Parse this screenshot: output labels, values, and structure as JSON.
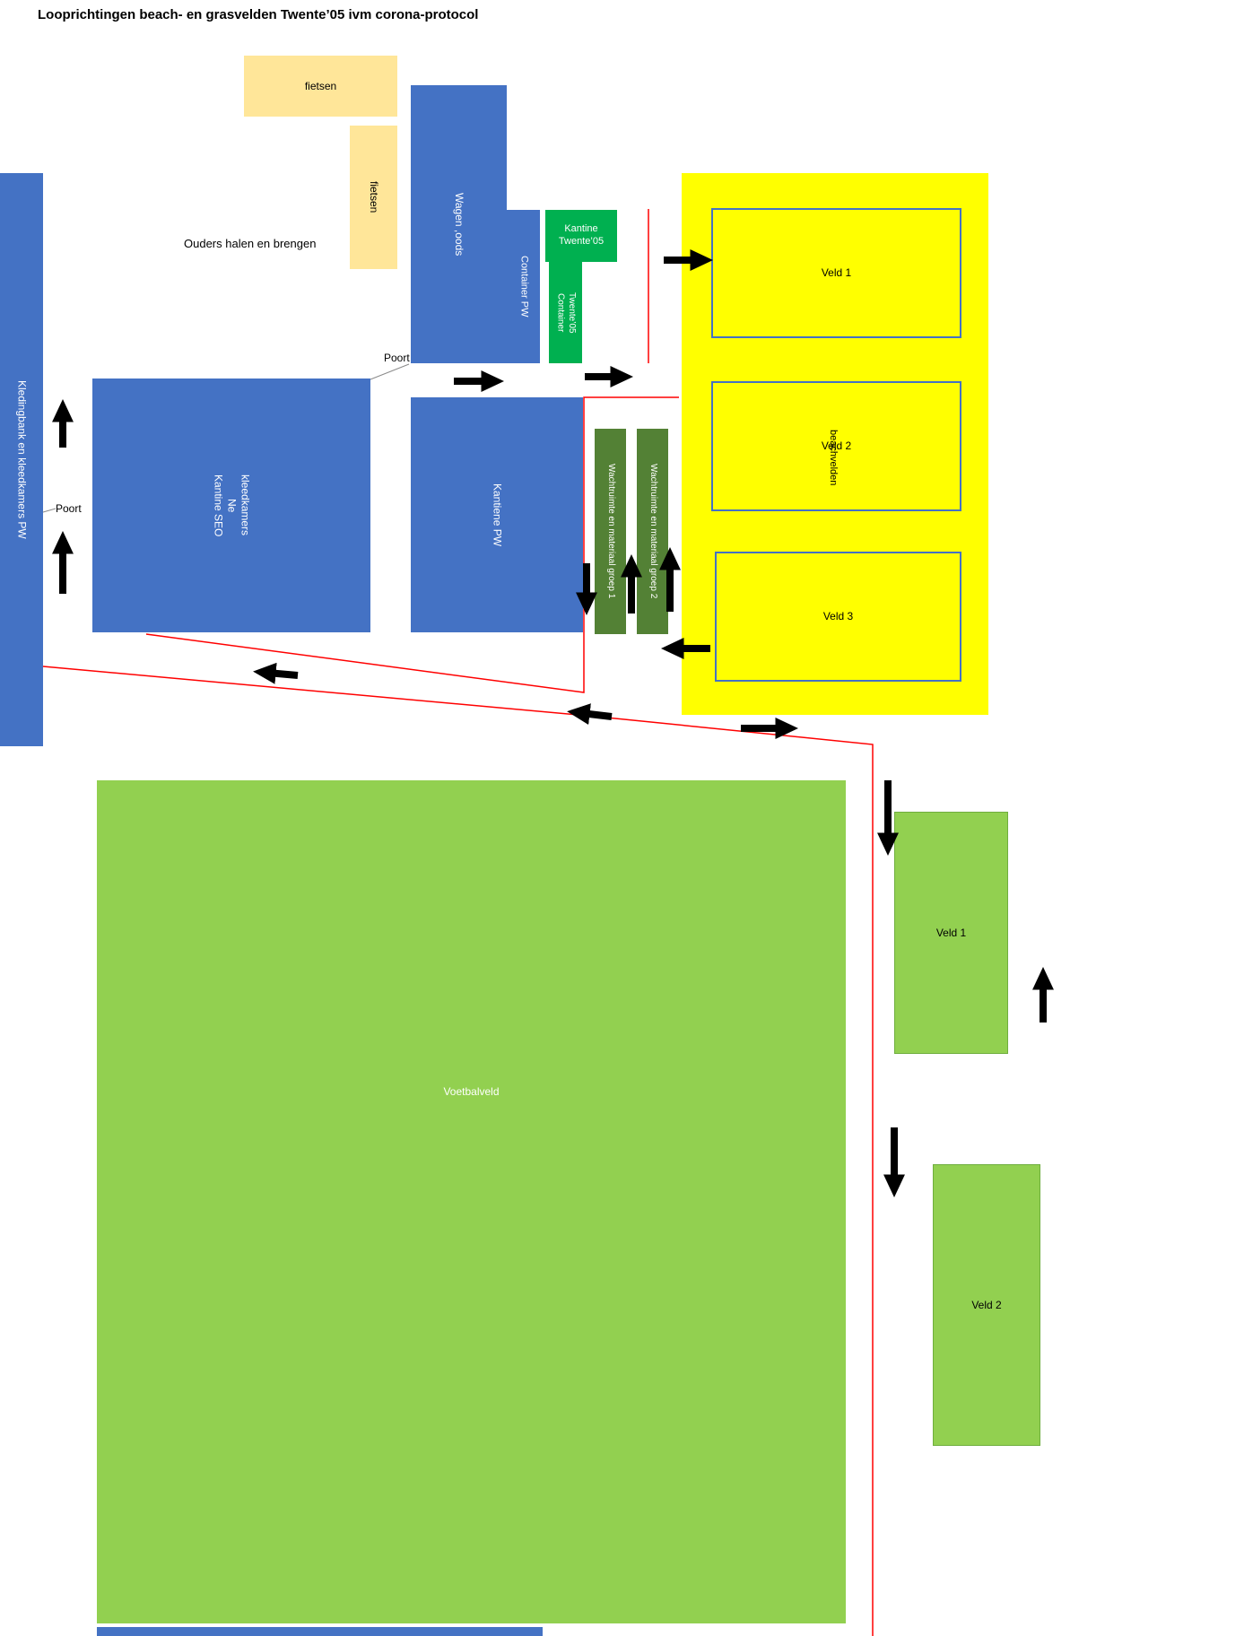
{
  "title": "Looprichtingen beach- en grasvelden Twente’05 ivm corona-protocol",
  "colors": {
    "box_blue": "#4472C4",
    "bright_green": "#00B050",
    "dark_green": "#538135",
    "light_yellow": "#FFE699",
    "beach_yellow": "#FFFF00",
    "grass_green": "#92D050",
    "route_red": "#FF0000",
    "arrow_black": "#000000"
  },
  "areas": {
    "bike_parking_horizontal": "fietsen",
    "bike_parking_vertical": "fietsen",
    "parents_note": "Ouders halen en brengen",
    "wagen_loods": "Wagen ,oods",
    "container_pw": "Container PW",
    "kantine_twente05": "Kantine Twente’05",
    "container_twente05_line1": "Container",
    "container_twente05_line2": "Twente’05",
    "kledingbank": "Kledingbank en kleedkamers PW",
    "kantine_seo_line1": "Kantine SEO",
    "kantine_seo_line2": "Ne",
    "kantine_seo_line3": "kleedkamers",
    "kantiene_pw": "Kantiene PW",
    "wachtruimte_groep1": "Wachtruimte  en materiaal groep 1",
    "wachtruimte_groep2": "Wachtruimte en materiaal groep 2",
    "poort_top": "Poort",
    "poort_left": "Poort",
    "beachvelden": "beachvelden",
    "beach_veld_1": "Veld 1",
    "beach_veld_2": "Veld 2",
    "beach_veld_3": "Veld 3",
    "voetbalveld": "Voetbalveld",
    "gras_veld_1": "Veld 1",
    "gras_veld_2": "Veld 2"
  }
}
